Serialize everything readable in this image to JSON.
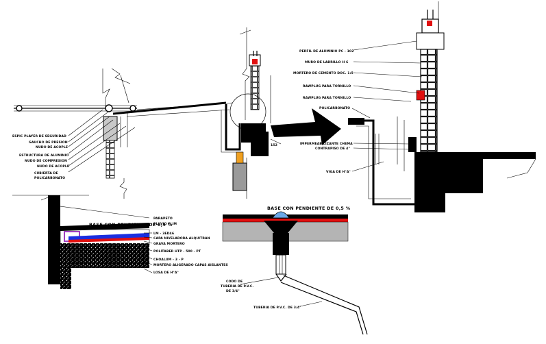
{
  "colors": {
    "line": "#000000",
    "red_membrane": "#e01010",
    "blue_membrane": "#1a2ee0",
    "gray_concrete": "#b4b4b4",
    "orange_accent": "#f0a020",
    "drain_blue": "#6aa8e8",
    "purple_layer": "#a040c0"
  },
  "detail_left": {
    "labels": [
      "ESPIC PLAYER DE SEGURIDAD",
      "GAUCHO DE PRESION",
      "NUDO DE ACOPLE",
      "ESTRUCTURA DE ALUMINIO",
      "NUDO DE COMPRESION",
      "NUDO DE ACOPLE",
      "CUBIERTA DE",
      "POLICARBONATO"
    ]
  },
  "detail_right": {
    "labels": [
      "PERFIL DE ALUMINIO PC - 102",
      "MURO DE LADRILLO H 6",
      "MORTERO DE CEMENTO DOC. 1:5",
      "RAWPLUG PARA TORNILLO",
      "RAWPLUG PARA TORNILLO",
      "POLICARBONATO",
      "IMPERMEABILIZANTE CHEMA",
      "CONTRAPISO DE 4\"",
      "VIGA DE H°A°"
    ],
    "dim_text": "152"
  },
  "detail_roof": {
    "title": "BASE CON PENDIENTE DE 0,5 %",
    "labels": [
      "PARAPETO",
      "PLUVIO FLIM",
      "LM - 3ED46",
      "CAPA NIVELADORA ALQUITRAN",
      "GRAVA MORTERO",
      "POLITABER HTP - 500 - PT",
      "CHOALUM - 3 - P",
      "MORTERO ALIGERADO CAPAS AISLANTES",
      "LOSA DE H°A°"
    ]
  },
  "detail_drain": {
    "title": "BASE CON PENDIENTE DE 0,5 %",
    "labels": [
      "CODO DE",
      "TUBERIA DE P.V.C.",
      "DE 3/4\"",
      "TUBERIA DE P.V.C. DE 3/4\""
    ]
  }
}
